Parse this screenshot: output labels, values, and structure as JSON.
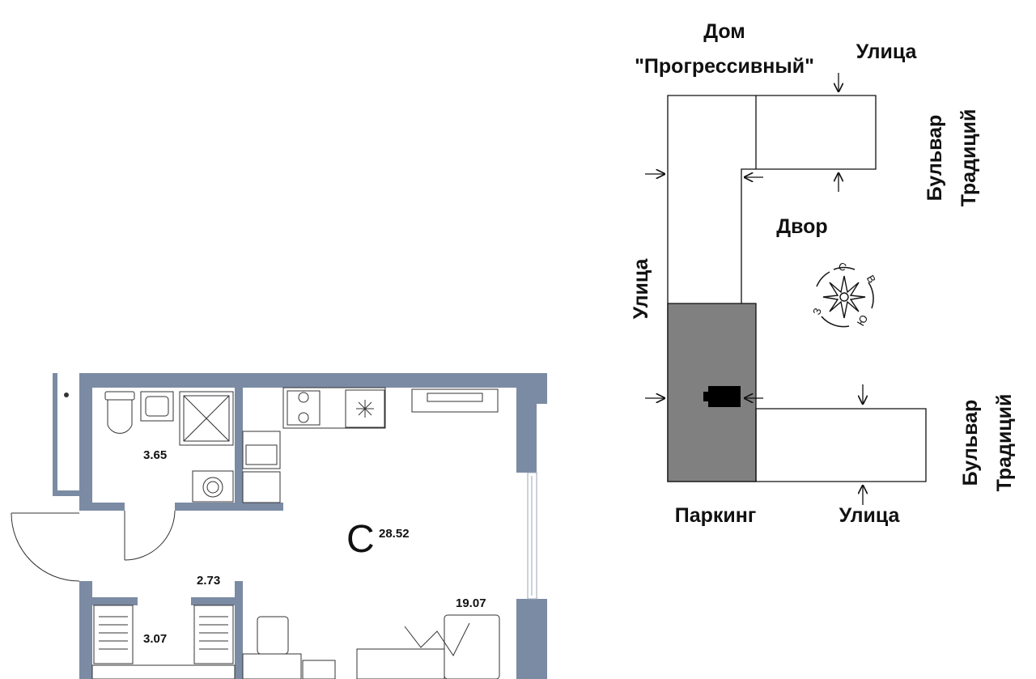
{
  "site_plan": {
    "building_label_line1": "Дом",
    "building_label_line2": "\"Прогрессивный\"",
    "street_top": "Улица",
    "street_left": "Улица",
    "street_bottom": "Улица",
    "boulevard_top_line1": "Бульвар",
    "boulevard_top_line2": "Традиций",
    "boulevard_bottom_line1": "Бульвар",
    "boulevard_bottom_line2": "Традиций",
    "courtyard": "Двор",
    "parking": "Паркинг",
    "compass": {
      "north": "С",
      "east": "В",
      "south": "Ю",
      "west": "З"
    }
  },
  "floor_plan": {
    "room_areas": {
      "bathroom": "3.65",
      "hallway": "2.73",
      "storage": "3.07",
      "living": "19.07",
      "total": "28.52"
    },
    "unit_type_letter": "С"
  },
  "colors": {
    "wall": "#7b8ba3",
    "highlight_section": "#808080",
    "line": "#111111"
  }
}
